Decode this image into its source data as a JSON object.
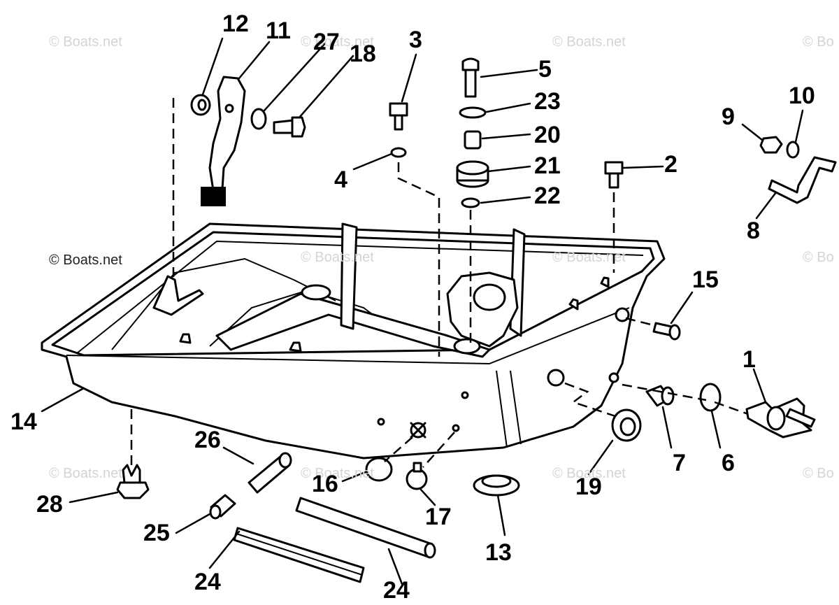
{
  "watermarks": [
    {
      "id": "wm-1",
      "text": "© Boats.net"
    },
    {
      "id": "wm-2",
      "text": "© Boats.net"
    },
    {
      "id": "wm-3",
      "text": "© Boats.net"
    },
    {
      "id": "wm-4",
      "text": "© Bo"
    },
    {
      "id": "wm-5",
      "text": "© Boats.net"
    },
    {
      "id": "wm-6",
      "text": "© Boats.net"
    },
    {
      "id": "wm-7",
      "text": "© Boats.net"
    },
    {
      "id": "wm-8",
      "text": "© Bo"
    },
    {
      "id": "wm-9",
      "text": "© Boats.net"
    },
    {
      "id": "wm-10",
      "text": "© Boats.net"
    },
    {
      "id": "wm-11",
      "text": "© Boats.net"
    },
    {
      "id": "wm-12",
      "text": "© Bo"
    }
  ],
  "callouts": {
    "c1": "1",
    "c2": "2",
    "c3": "3",
    "c4": "4",
    "c5": "5",
    "c6": "6",
    "c7": "7",
    "c8": "8",
    "c9": "9",
    "c10": "10",
    "c11": "11",
    "c12": "12",
    "c13": "13",
    "c14": "14",
    "c15": "15",
    "c16": "16",
    "c17": "17",
    "c18": "18",
    "c19": "19",
    "c20": "20",
    "c21": "21",
    "c22": "22",
    "c23": "23",
    "c24a": "24",
    "c24b": "24",
    "c25": "25",
    "c26": "26",
    "c27": "27",
    "c28": "28"
  },
  "colors": {
    "line": "#000000",
    "background": "#ffffff",
    "watermark": "#d4d4d4"
  }
}
